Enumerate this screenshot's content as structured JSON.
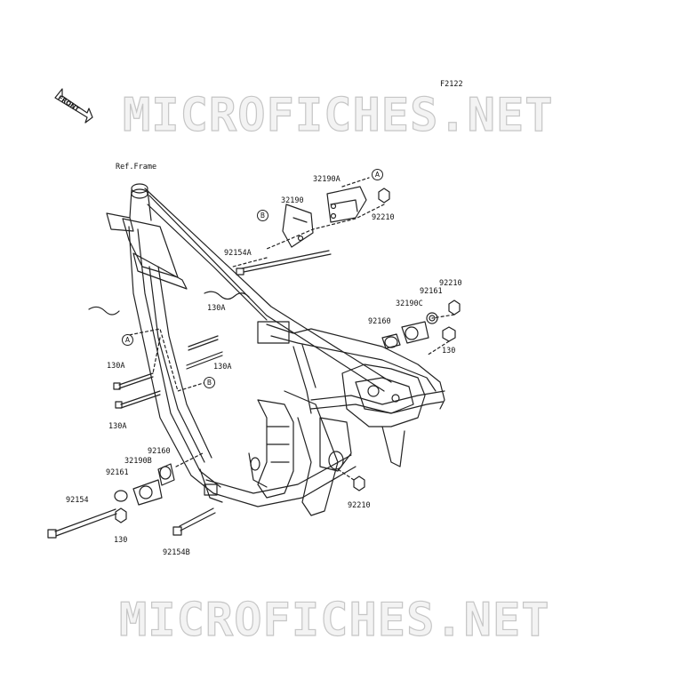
{
  "figure_code": "F2122",
  "watermark": "MICROFICHES.NET",
  "front_label": "FRONT",
  "ref_label": "Ref.Frame",
  "callouts": [
    "A",
    "B"
  ],
  "parts": {
    "p32190A": "32190A",
    "p32190": "32190",
    "p92210_top": "92210",
    "p92154A": "92154A",
    "p130A_a": "130A",
    "p130A_b": "130A",
    "p130A_c": "130A",
    "p130A_d": "130A",
    "p92210_right": "92210",
    "p92161_right": "92161",
    "p32190C": "32190C",
    "p92160_right": "92160",
    "p130_right": "130",
    "p92160_left": "92160",
    "p32190B": "32190B",
    "p92161_left": "92161",
    "p92154": "92154",
    "p130_left": "130",
    "p92154B": "92154B",
    "p92210_bottom": "92210"
  }
}
